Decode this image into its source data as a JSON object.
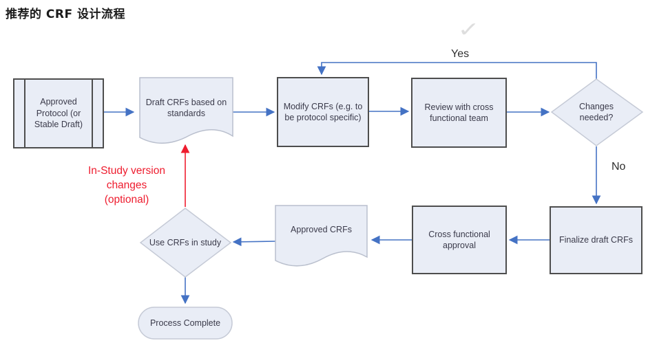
{
  "title": "推荐的 CRF 设计流程",
  "watermark_glyph": "✓",
  "edge_labels": {
    "yes": "Yes",
    "no": "No"
  },
  "annotation": {
    "lines": [
      "In-Study version",
      "changes",
      "(optional)"
    ]
  },
  "nodes": {
    "approved_protocol": {
      "label": "Approved Protocol (or Stable Draft)",
      "shape": "predefined-process"
    },
    "draft_crfs": {
      "label": "Draft CRFs based on standards",
      "shape": "document"
    },
    "modify_crfs": {
      "label": "Modify CRFs (e.g. to be protocol specific)",
      "shape": "process"
    },
    "review_team": {
      "label": "Review with cross functional team",
      "shape": "process"
    },
    "changes_needed": {
      "label": "Changes needed?",
      "shape": "decision"
    },
    "finalize_draft": {
      "label": "Finalize draft CRFs",
      "shape": "process"
    },
    "cross_approval": {
      "label": "Cross functional approval",
      "shape": "process"
    },
    "approved_crfs": {
      "label": "Approved CRFs",
      "shape": "document"
    },
    "use_crfs": {
      "label": "Use CRFs in study",
      "shape": "decision"
    },
    "process_complete": {
      "label": "Process Complete",
      "shape": "terminator"
    }
  },
  "colors": {
    "arrow_blue": "#4472c4",
    "annotation_red": "#ee1c2e",
    "shape_fill": "#e9edf6",
    "process_border": "#4d4d4d",
    "soft_border": "#c5cad6",
    "text": "#3a3a4a"
  }
}
